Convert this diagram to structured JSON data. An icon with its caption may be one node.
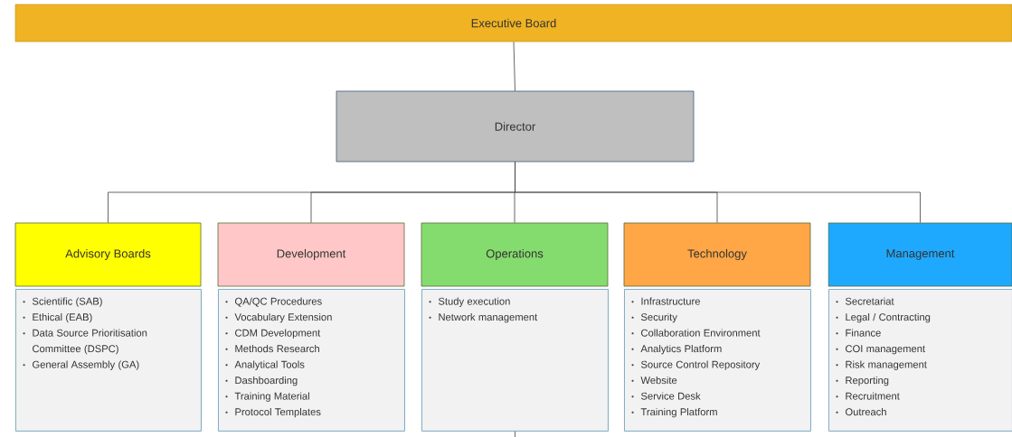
{
  "diagram": {
    "nodes": [
      {
        "text": [
          "Executive Board"
        ]
      },
      {
        "text": [
          "Director"
        ]
      },
      {
        "text": [
          "Advisory Boards"
        ]
      },
      {
        "text": [
          "Development"
        ]
      },
      {
        "text": [
          "Operations"
        ]
      },
      {
        "text": [
          "Technology"
        ]
      },
      {
        "text": [
          "Management"
        ]
      },
      {
        "text": [
          "Scientific (SAB)",
          "Ethical (EAB)",
          "Data Source Prioritisation Committee (DSPC)",
          "General Assembly (GA)"
        ]
      },
      {
        "text": [
          "QA/QC Procedures",
          "Vocabulary Extension",
          "CDM Development",
          "Methods Research",
          "Analytical Tools",
          "Dashboarding",
          "Training Material",
          "Protocol Templates"
        ]
      },
      {
        "text": [
          "Study execution",
          "Network management"
        ]
      },
      {
        "text": [
          "Infrastructure",
          "Security",
          "Collaboration Environment",
          "Analytics Platform",
          "Source Control Repository",
          "Website",
          "Service Desk",
          "Training Platform"
        ]
      },
      {
        "text": [
          "Secretariat",
          "Legal / Contracting",
          "Finance",
          "COI management",
          "Risk management",
          "Reporting",
          "Recruitment",
          "Outreach"
        ]
      }
    ],
    "edges": [
      {
        "from": 0,
        "to": 1,
        "arrow": "none"
      },
      {
        "from": 1,
        "to": 2,
        "arrow": "none"
      },
      {
        "from": 1,
        "to": 3,
        "arrow": "none"
      },
      {
        "from": 1,
        "to": 4,
        "arrow": "none"
      },
      {
        "from": 1,
        "to": 5,
        "arrow": "none"
      },
      {
        "from": 1,
        "to": 6,
        "arrow": "none"
      },
      {
        "from": 9,
        "to": null,
        "arrow": "none"
      }
    ]
  }
}
